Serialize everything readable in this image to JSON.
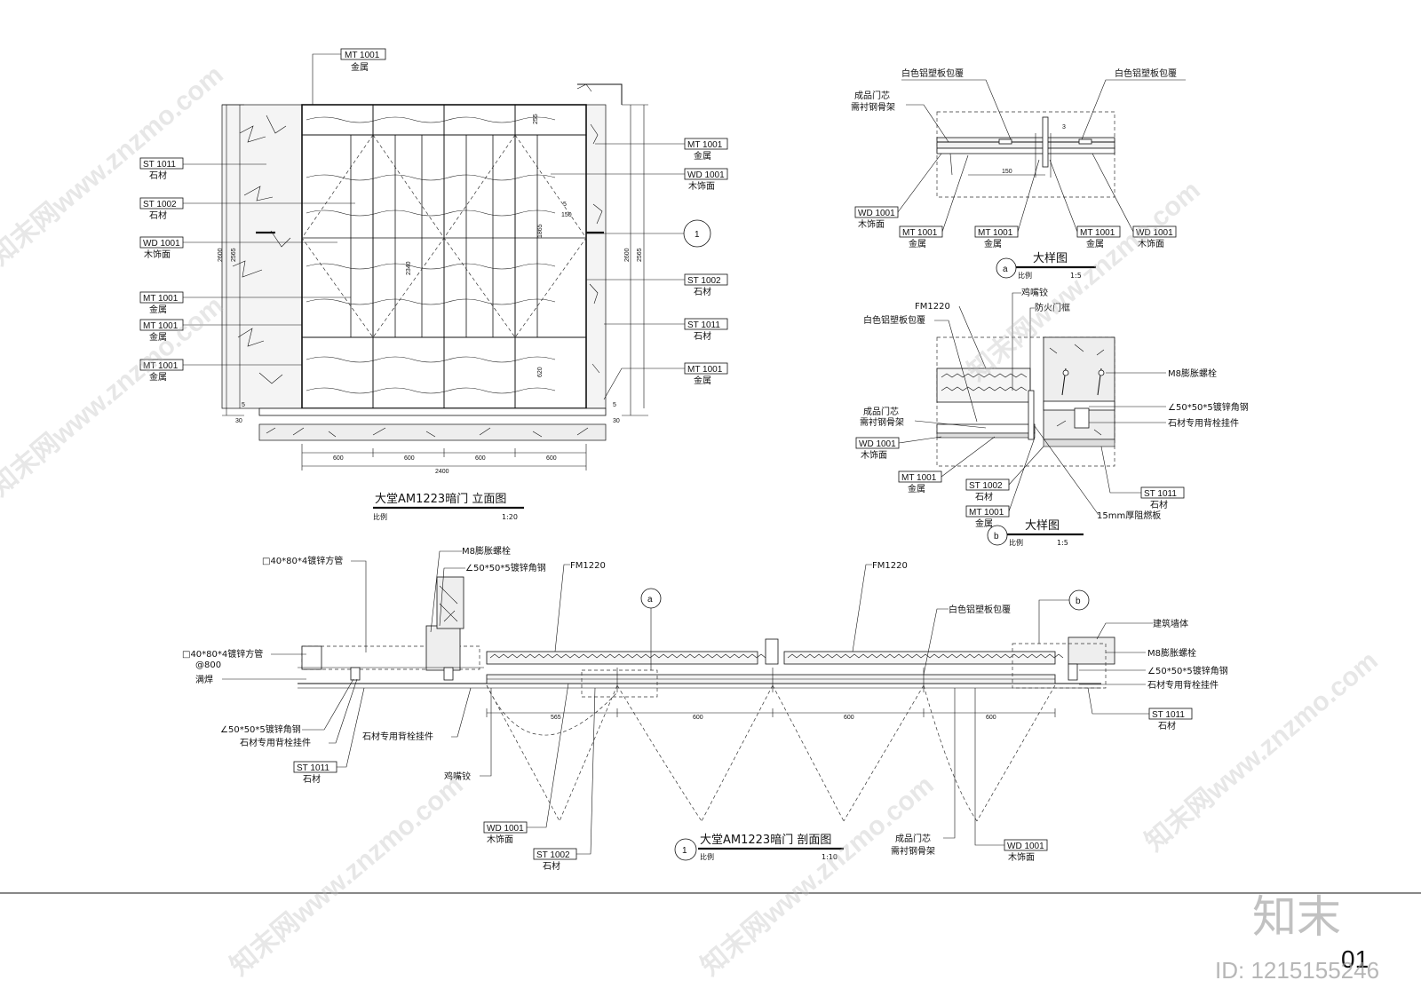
{
  "elevation": {
    "title": "大堂AM1223暗门 立面图",
    "scale_label": "比例",
    "scale": "1:20",
    "top_tag": {
      "code": "MT 1001",
      "name": "金属"
    },
    "left_tags": [
      {
        "code": "ST 1011",
        "name": "石材"
      },
      {
        "code": "ST 1002",
        "name": "石材"
      },
      {
        "code": "WD 1001",
        "name": "木饰面"
      },
      {
        "code": "MT 1001",
        "name": "金属"
      },
      {
        "code": "MT 1001",
        "name": "金属"
      },
      {
        "code": "MT 1001",
        "name": "金属"
      }
    ],
    "right_tags": [
      {
        "code": "MT 1001",
        "name": "金属"
      },
      {
        "code": "WD 1001",
        "name": "木饰面"
      },
      {
        "code": "ST 1002",
        "name": "石材"
      },
      {
        "code": "ST 1011",
        "name": "石材"
      },
      {
        "code": "MT 1001",
        "name": "金属"
      }
    ],
    "callout": "1",
    "bottom_dims": [
      "600",
      "600",
      "600",
      "600"
    ],
    "total_dim": "2400",
    "left_dims": [
      "2600",
      "2565",
      "5",
      "30"
    ],
    "right_dims": [
      "2600",
      "2565",
      "5",
      "30"
    ],
    "inner_dims": [
      "255",
      "1865",
      "2340",
      "620",
      "150",
      "5"
    ]
  },
  "detail_a": {
    "title": "大样图",
    "marker": "a",
    "scale_label": "比例",
    "scale": "1:5",
    "labels": [
      "白色铝塑板包覆",
      "白色铝塑板包覆",
      "成品门芯",
      "需衬钢骨架"
    ],
    "dim": "150",
    "dim_small": "3",
    "bottom_tags": [
      {
        "code": "WD 1001",
        "name": "木饰面"
      },
      {
        "code": "MT 1001",
        "name": "金属"
      },
      {
        "code": "MT 1001",
        "name": "金属"
      },
      {
        "code": "MT 1001",
        "name": "金属"
      },
      {
        "code": "WD 1001",
        "name": "木饰面"
      }
    ]
  },
  "detail_b": {
    "title": "大样图",
    "marker": "b",
    "scale_label": "比例",
    "scale": "1:5",
    "labels_left": [
      "FM1220",
      "白色铝塑板包覆",
      "成品门芯",
      "需衬钢骨架"
    ],
    "labels_top": [
      "鸡嘴铰",
      "防火门框"
    ],
    "labels_right": [
      "M8膨胀螺栓",
      "∠50*50*5镀锌角钢",
      "石材专用背栓挂件"
    ],
    "label_bottom": "15mm厚阻燃板",
    "tags": [
      {
        "code": "WD 1001",
        "name": "木饰面"
      },
      {
        "code": "MT 1001",
        "name": "金属"
      },
      {
        "code": "ST 1002",
        "name": "石材"
      },
      {
        "code": "MT 1001",
        "name": "金属"
      },
      {
        "code": "ST 1011",
        "name": "石材"
      }
    ]
  },
  "section": {
    "title": "大堂AM1223暗门 剖面图",
    "marker": "1",
    "scale_label": "比例",
    "scale": "1:10",
    "labels_left": [
      "□40*80*4镀锌方管",
      "□40*80*4镀锌方管",
      "@800",
      "满焊",
      "∠50*50*5镀锌角钢",
      "石材专用背栓挂件"
    ],
    "labels_top": [
      "M8膨胀螺栓",
      "∠50*50*5镀锌角钢",
      "FM1220",
      "FM1220",
      "白色铝塑板包覆",
      "建筑墙体"
    ],
    "labels_right": [
      "M8膨胀螺栓",
      "∠50*50*5镀锌角钢",
      "石材专用背栓挂件"
    ],
    "labels_bottom": [
      "石材专用背栓挂件",
      "鸡嘴铰",
      "成品门芯",
      "需衬钢骨架"
    ],
    "markers": [
      "a",
      "b"
    ],
    "dims": [
      "565",
      "600",
      "600",
      "600"
    ],
    "tags": [
      {
        "code": "ST 1011",
        "name": "石材"
      },
      {
        "code": "WD 1001",
        "name": "木饰面"
      },
      {
        "code": "ST 1002",
        "name": "石材"
      },
      {
        "code": "WD 1001",
        "name": "木饰面"
      },
      {
        "code": "ST 1011",
        "name": "石材"
      }
    ]
  },
  "sheet": {
    "page_number": "01",
    "brand": "知末",
    "id_text": "ID: 1215155246",
    "watermark": "知末网www.znzmo.com"
  }
}
